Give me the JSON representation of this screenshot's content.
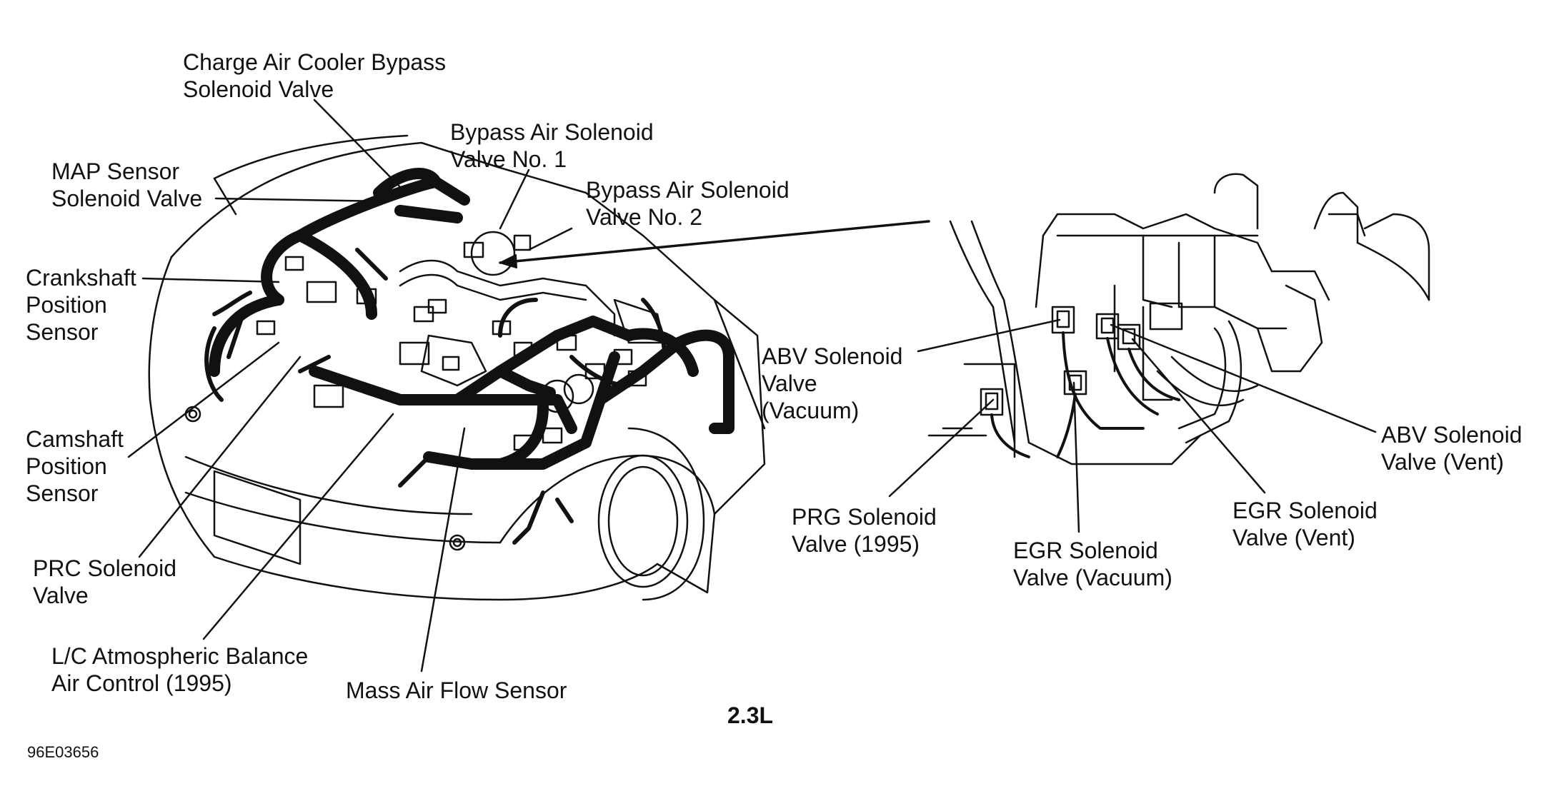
{
  "labels": {
    "charge_air_cooler": [
      "Charge Air Cooler Bypass",
      "Solenoid Valve"
    ],
    "bypass_air_1": [
      "Bypass Air Solenoid",
      "Valve No. 1"
    ],
    "bypass_air_2": [
      "Bypass Air Solenoid",
      "Valve No. 2"
    ],
    "map_sensor": [
      "MAP Sensor",
      "Solenoid Valve"
    ],
    "crankshaft": [
      "Crankshaft",
      "Position",
      "Sensor"
    ],
    "camshaft": [
      "Camshaft",
      "Position",
      "Sensor"
    ],
    "prc": [
      "PRC Solenoid",
      "Valve"
    ],
    "lc_atmospheric": [
      "L/C Atmospheric Balance",
      "Air Control (1995)"
    ],
    "maf": [
      "Mass Air Flow Sensor"
    ],
    "abv_vacuum": [
      "ABV Solenoid",
      "Valve",
      "(Vacuum)"
    ],
    "abv_vent": [
      "ABV Solenoid",
      "Valve (Vent)"
    ],
    "prg": [
      "PRG Solenoid",
      "Valve (1995)"
    ],
    "egr_vacuum": [
      "EGR Solenoid",
      "Valve (Vacuum)"
    ],
    "egr_vent": [
      "EGR Solenoid",
      "Valve (Vent)"
    ]
  },
  "engine_label": "2.3L",
  "figure_id": "96E03656"
}
